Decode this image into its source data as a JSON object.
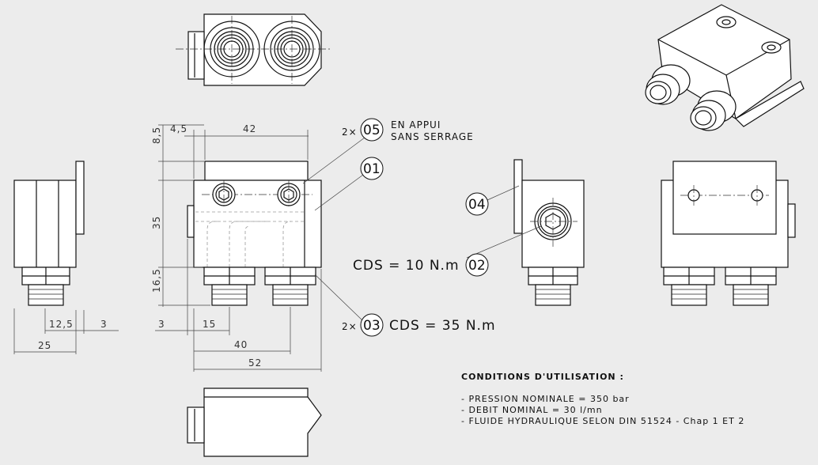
{
  "dimensions": {
    "d_4_5": "4,5",
    "d_42": "42",
    "d_8_5": "8,5",
    "d_35": "35",
    "d_16_5": "16,5",
    "d_12_5": "12,5",
    "d_3_left": "3",
    "d_25": "25",
    "d_3_front": "3",
    "d_15": "15",
    "d_40": "40",
    "d_52": "52"
  },
  "callouts": {
    "c05": {
      "qty": "2×",
      "ref": "05",
      "text_line1": "EN APPUI",
      "text_line2": "SANS SERRAGE"
    },
    "c01": {
      "ref": "01"
    },
    "c03": {
      "qty": "2×",
      "ref": "03",
      "torque": "CDS = 35 N.m"
    },
    "c04": {
      "ref": "04"
    },
    "c02": {
      "ref": "02",
      "torque": "CDS = 10 N.m"
    }
  },
  "conditions": {
    "title": "CONDITIONS D'UTILISATION :",
    "lines": [
      "- PRESSION NOMINALE = 350 bar",
      "- DEBIT NOMINAL = 30 l/mn",
      "- FLUIDE HYDRAULIQUE SELON DIN 51524 - Chap 1 ET 2"
    ]
  },
  "colors": {
    "background": "#ececec",
    "line": "#111111",
    "part_fill": "#ffffff"
  }
}
